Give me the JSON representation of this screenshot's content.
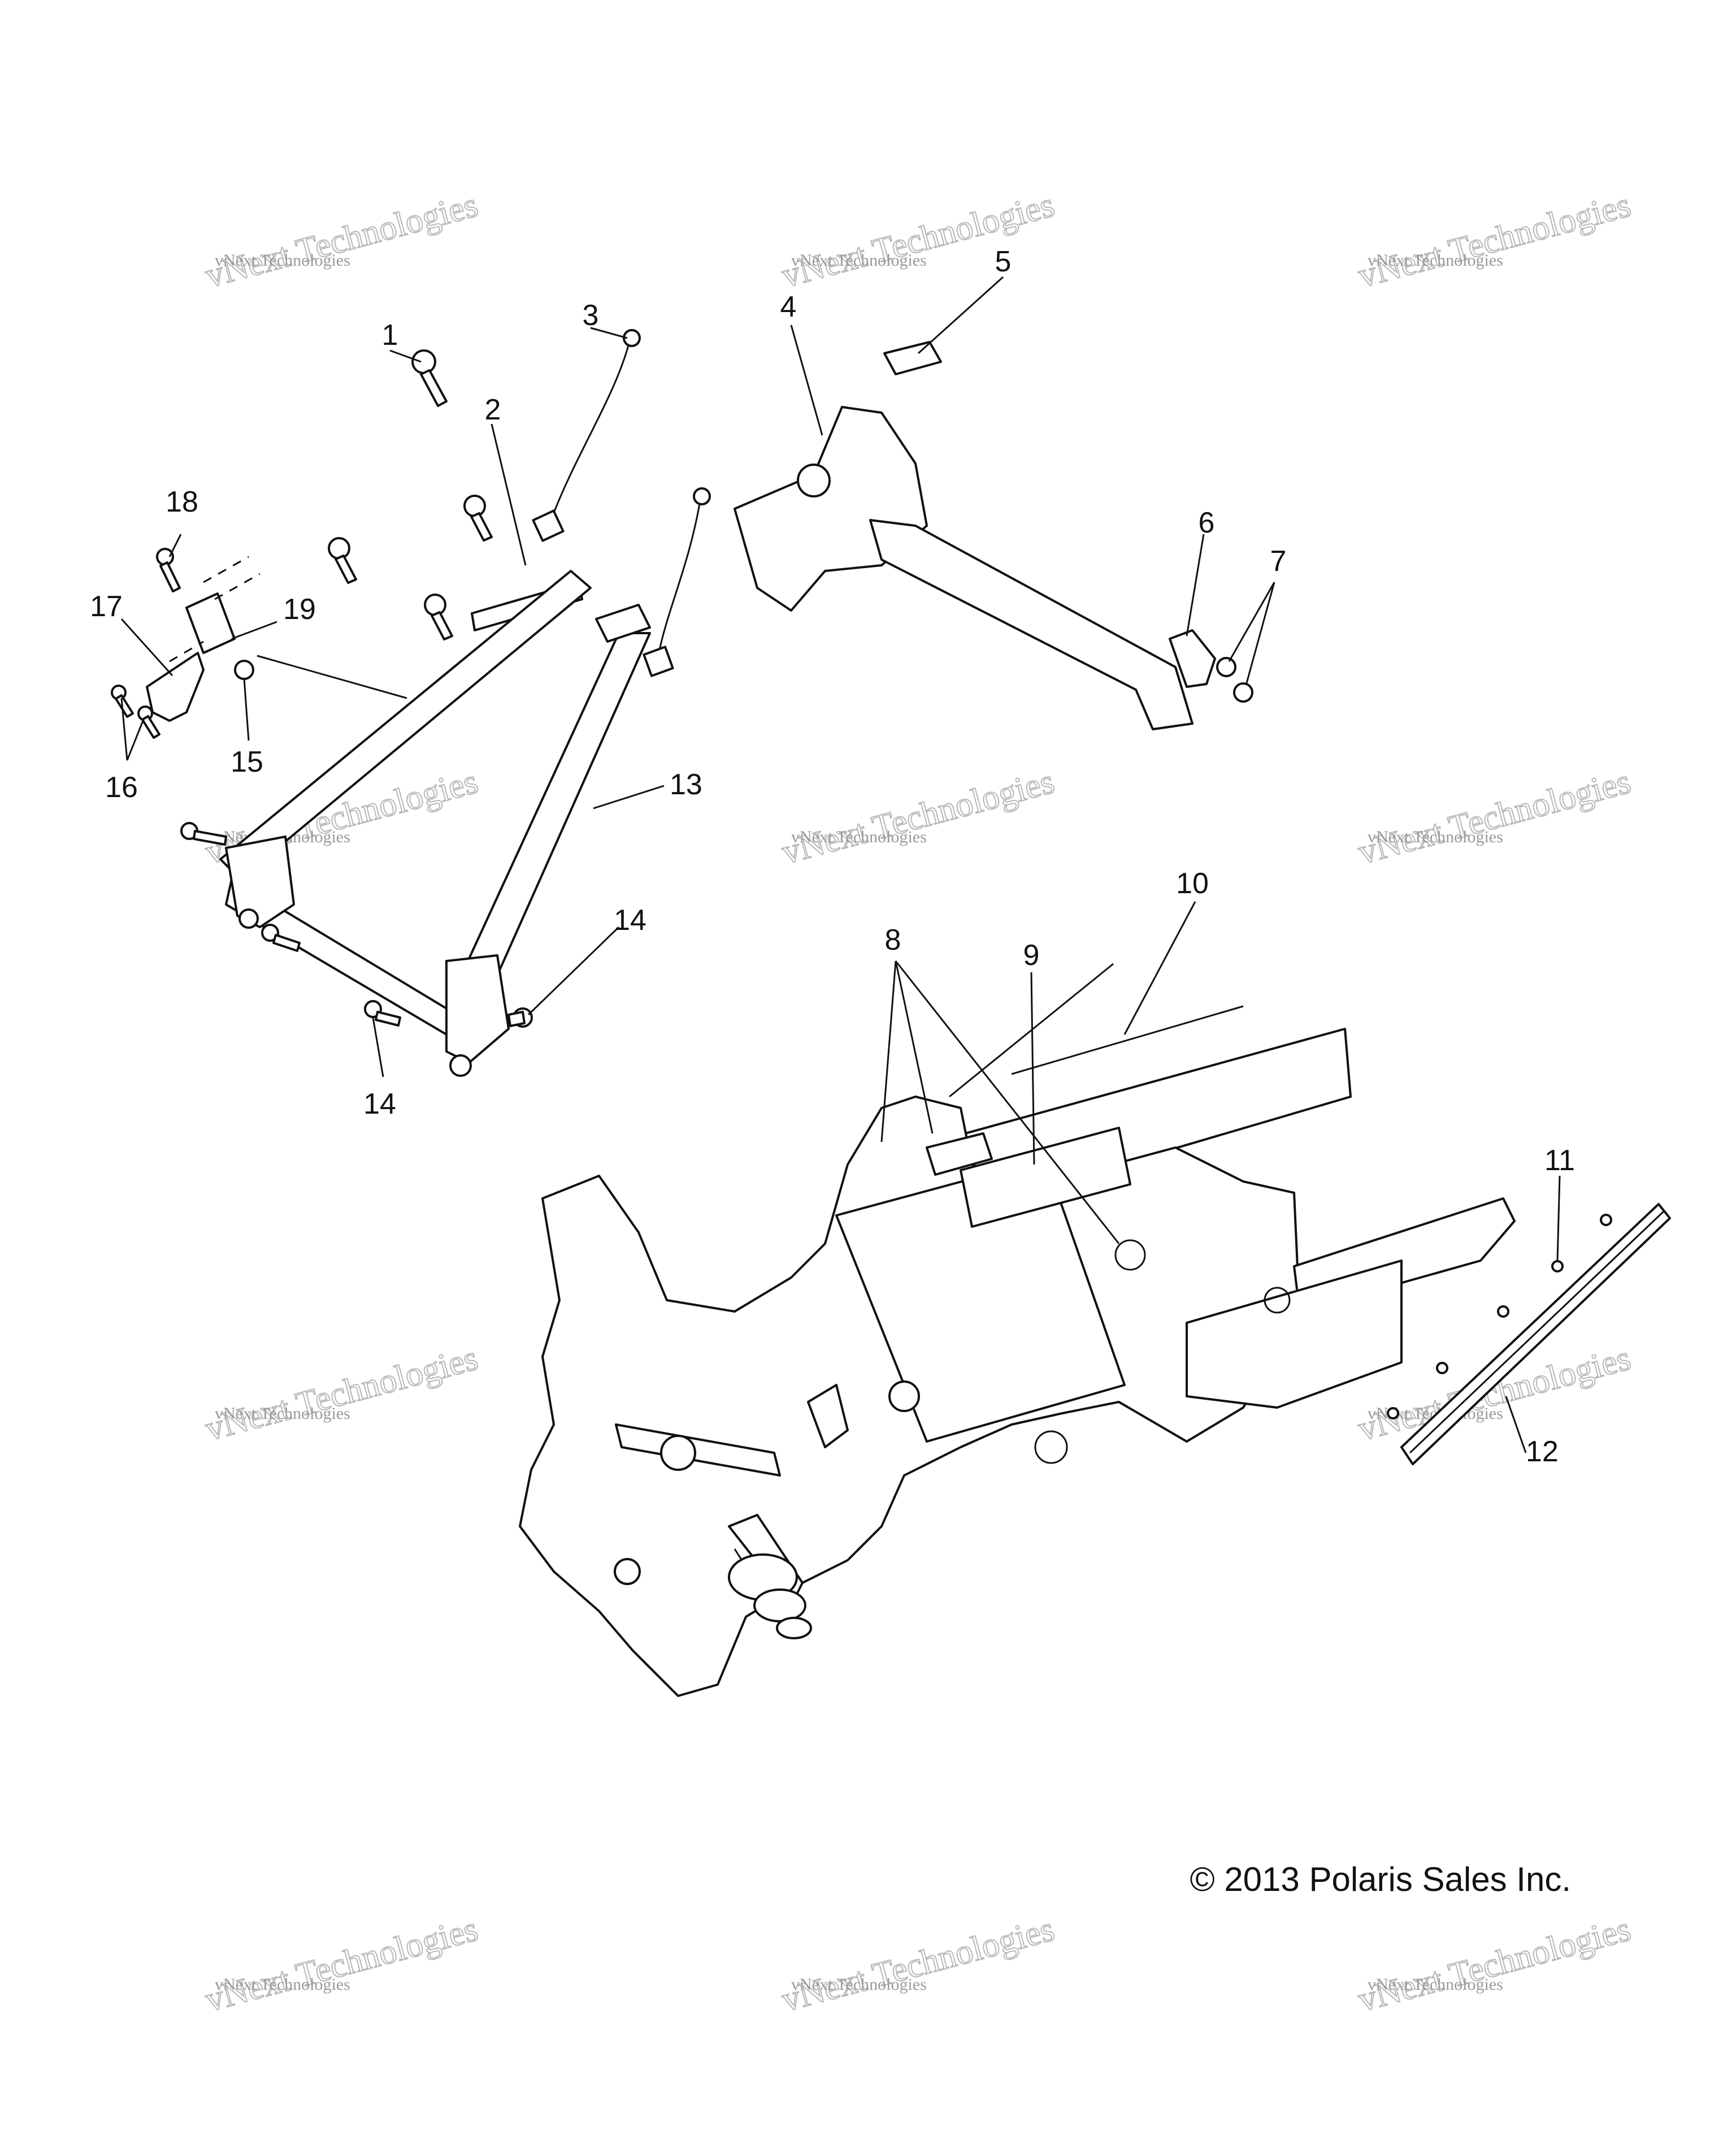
{
  "callouts": {
    "c1": "1",
    "c2": "2",
    "c3": "3",
    "c4": "4",
    "c5": "5",
    "c6": "6",
    "c7": "7",
    "c8": "8",
    "c9": "9",
    "c10": "10",
    "c11": "11",
    "c12": "12",
    "c13": "13",
    "c14a": "14",
    "c14b": "14",
    "c15": "15",
    "c16": "16",
    "c17": "17",
    "c18": "18",
    "c19": "19"
  },
  "copyright": "© 2013 Polaris Sales Inc.",
  "watermark": {
    "line1": "vNext Technologies",
    "line2": "vNext Technologies"
  }
}
